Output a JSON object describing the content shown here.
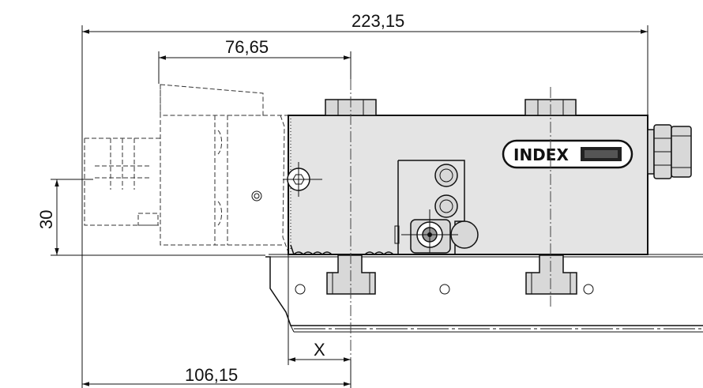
{
  "dimensions": {
    "overall_width": "223,15",
    "top_offset": "76,65",
    "bottom_offset": "106,15",
    "height": "30",
    "variable": "X"
  },
  "logo": {
    "brand": "INDEX"
  }
}
